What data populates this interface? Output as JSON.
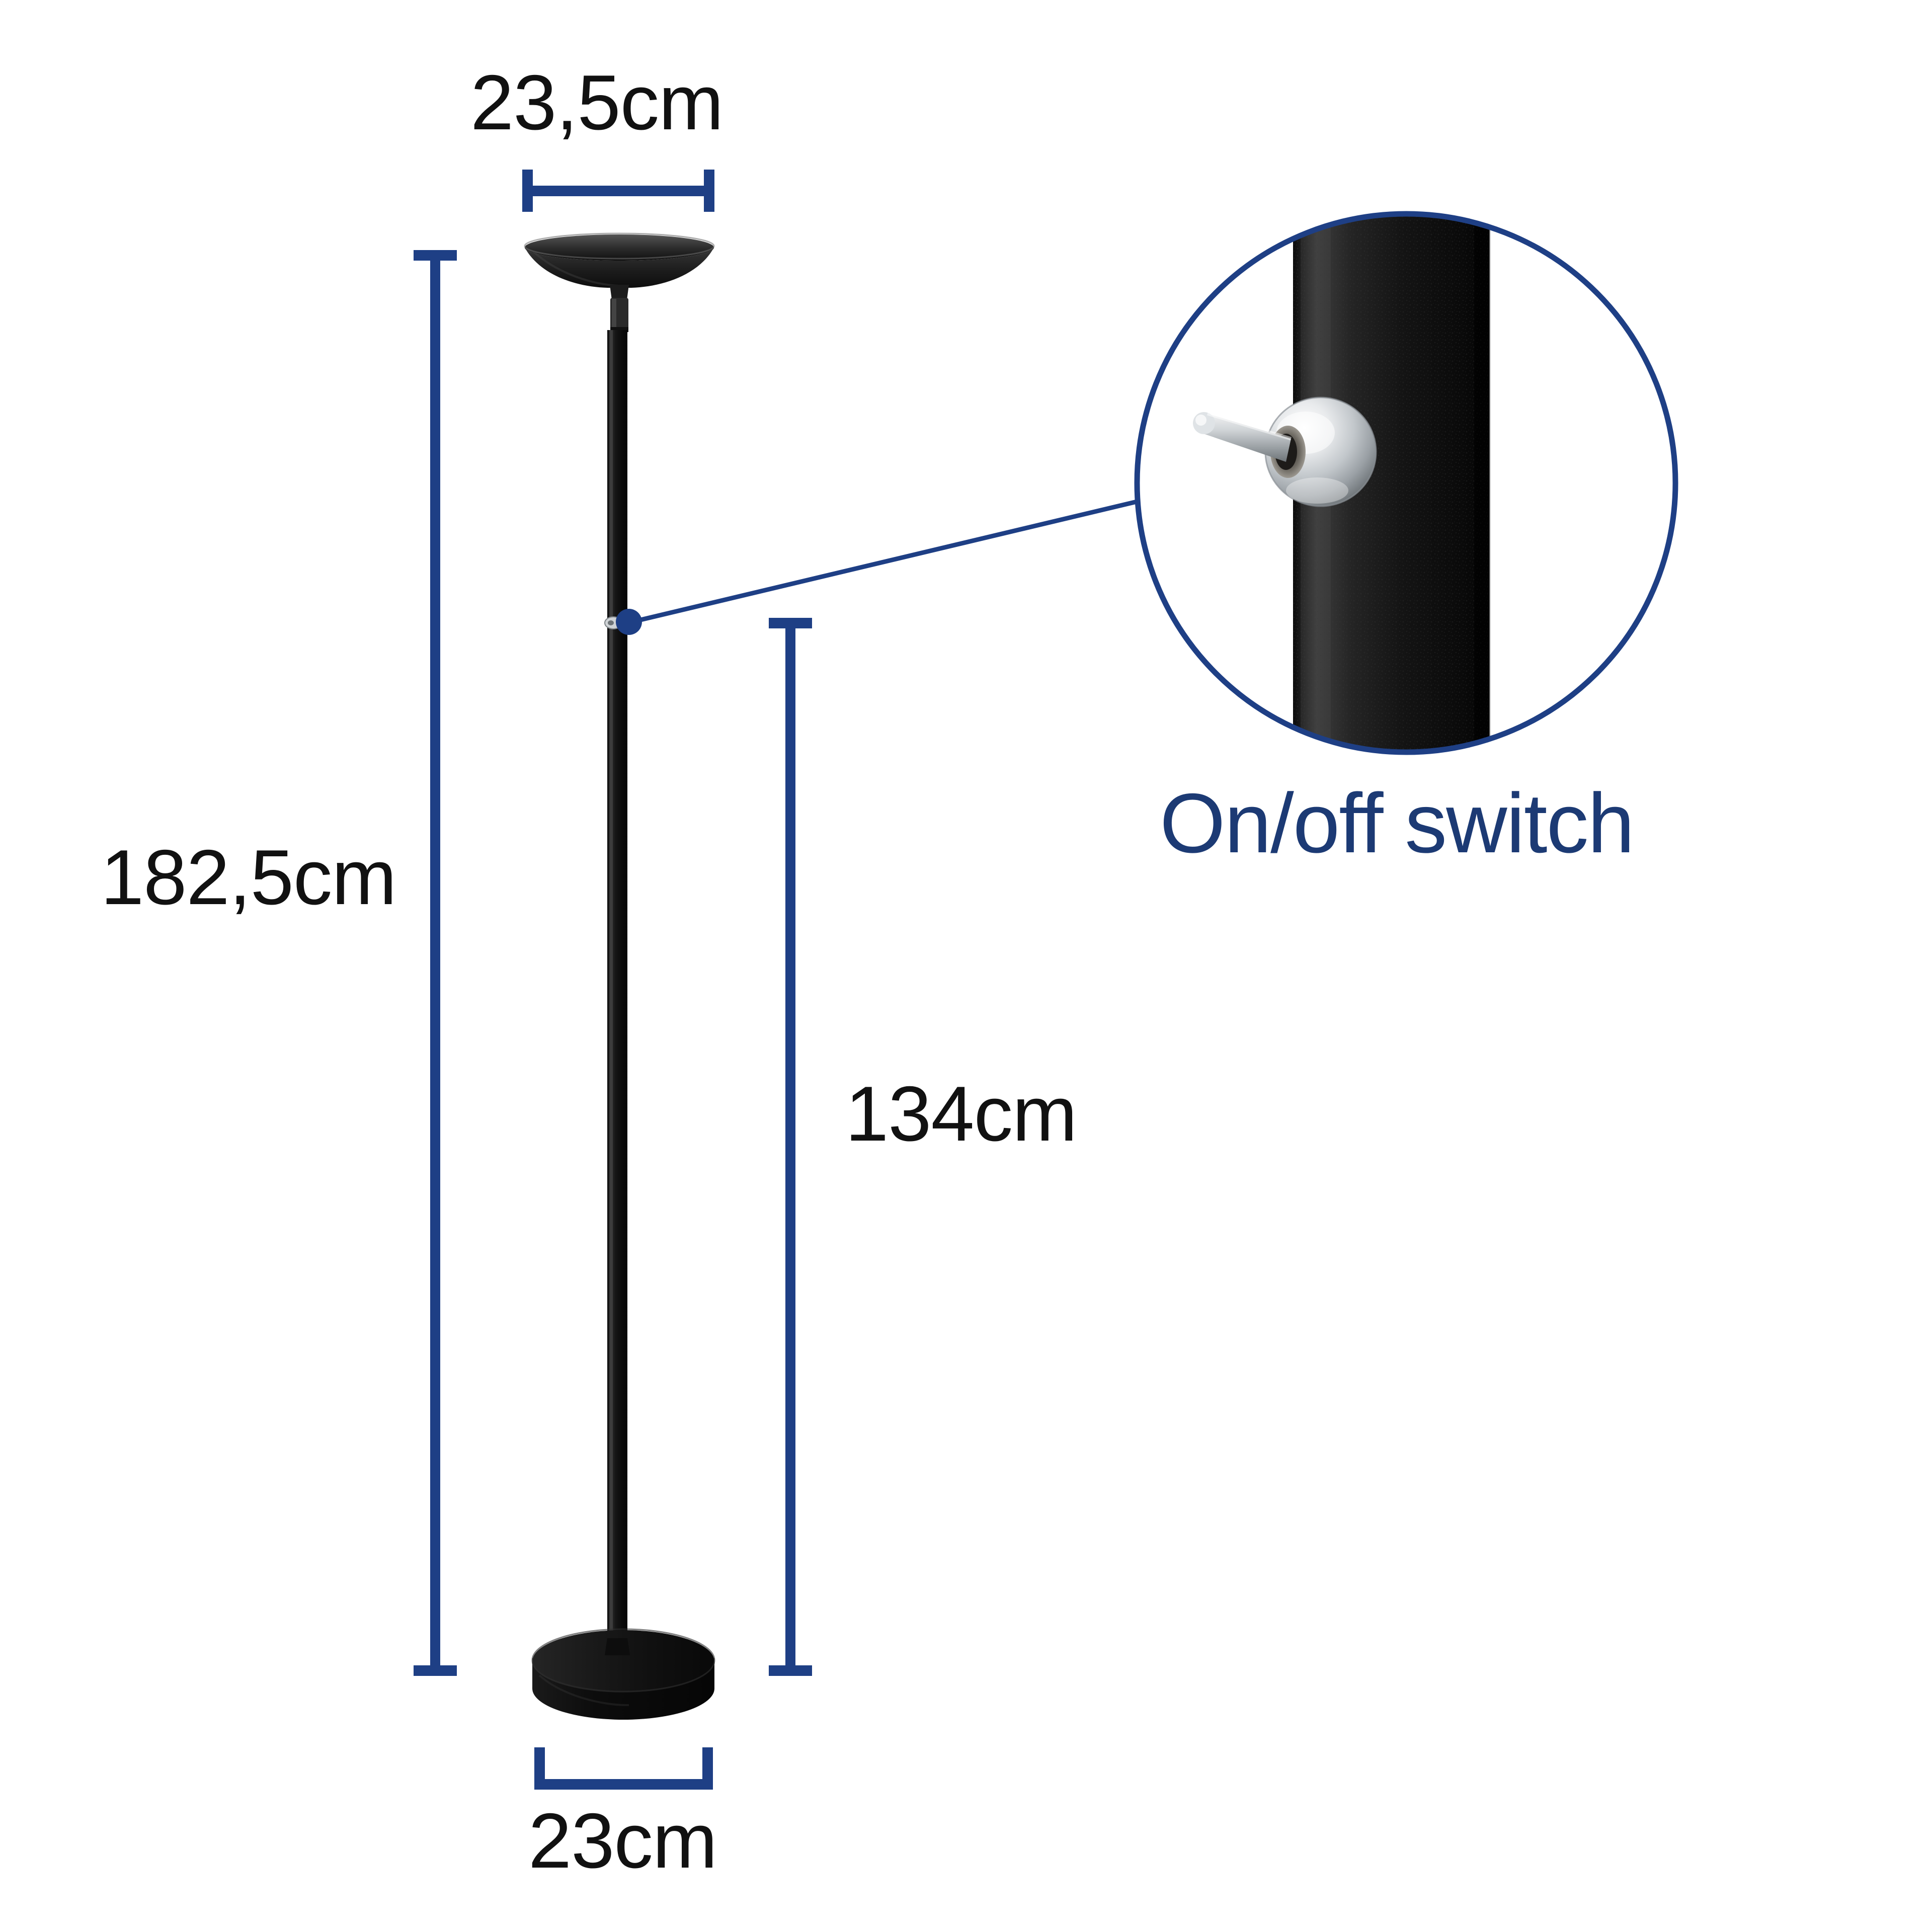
{
  "diagram": {
    "type": "product-dimension-diagram",
    "product": "floor lamp (uplighter)",
    "background_color": "#ffffff",
    "accent_color": "#1e3f85",
    "callout_text_color": "#1c3a74",
    "product_color": "#141414",
    "hardware_color": "#c9cdd0"
  },
  "dimensions": {
    "shade_width": {
      "value": "23,5cm",
      "orientation": "horizontal",
      "position": "top",
      "measures": "lamp shade diameter"
    },
    "total_height": {
      "value": "182,5cm",
      "orientation": "vertical",
      "position": "left",
      "measures": "overall lamp height"
    },
    "switch_height": {
      "value": "134cm",
      "orientation": "vertical",
      "position": "right-of-pole",
      "measures": "height from floor to on/off switch"
    },
    "base_width": {
      "value": "23cm",
      "orientation": "horizontal",
      "position": "bottom",
      "measures": "base plate diameter"
    }
  },
  "callout": {
    "label": "On/off switch",
    "detail_shape": "circle",
    "detail_contents": "chrome toggle switch mounted on black textured pole"
  },
  "icons": {
    "dimension_bar": "dimension-bar-icon",
    "magnifier_circle": "magnifier-circle-icon",
    "leader_line": "leader-line-icon",
    "anchor_dot": "anchor-dot-icon"
  }
}
